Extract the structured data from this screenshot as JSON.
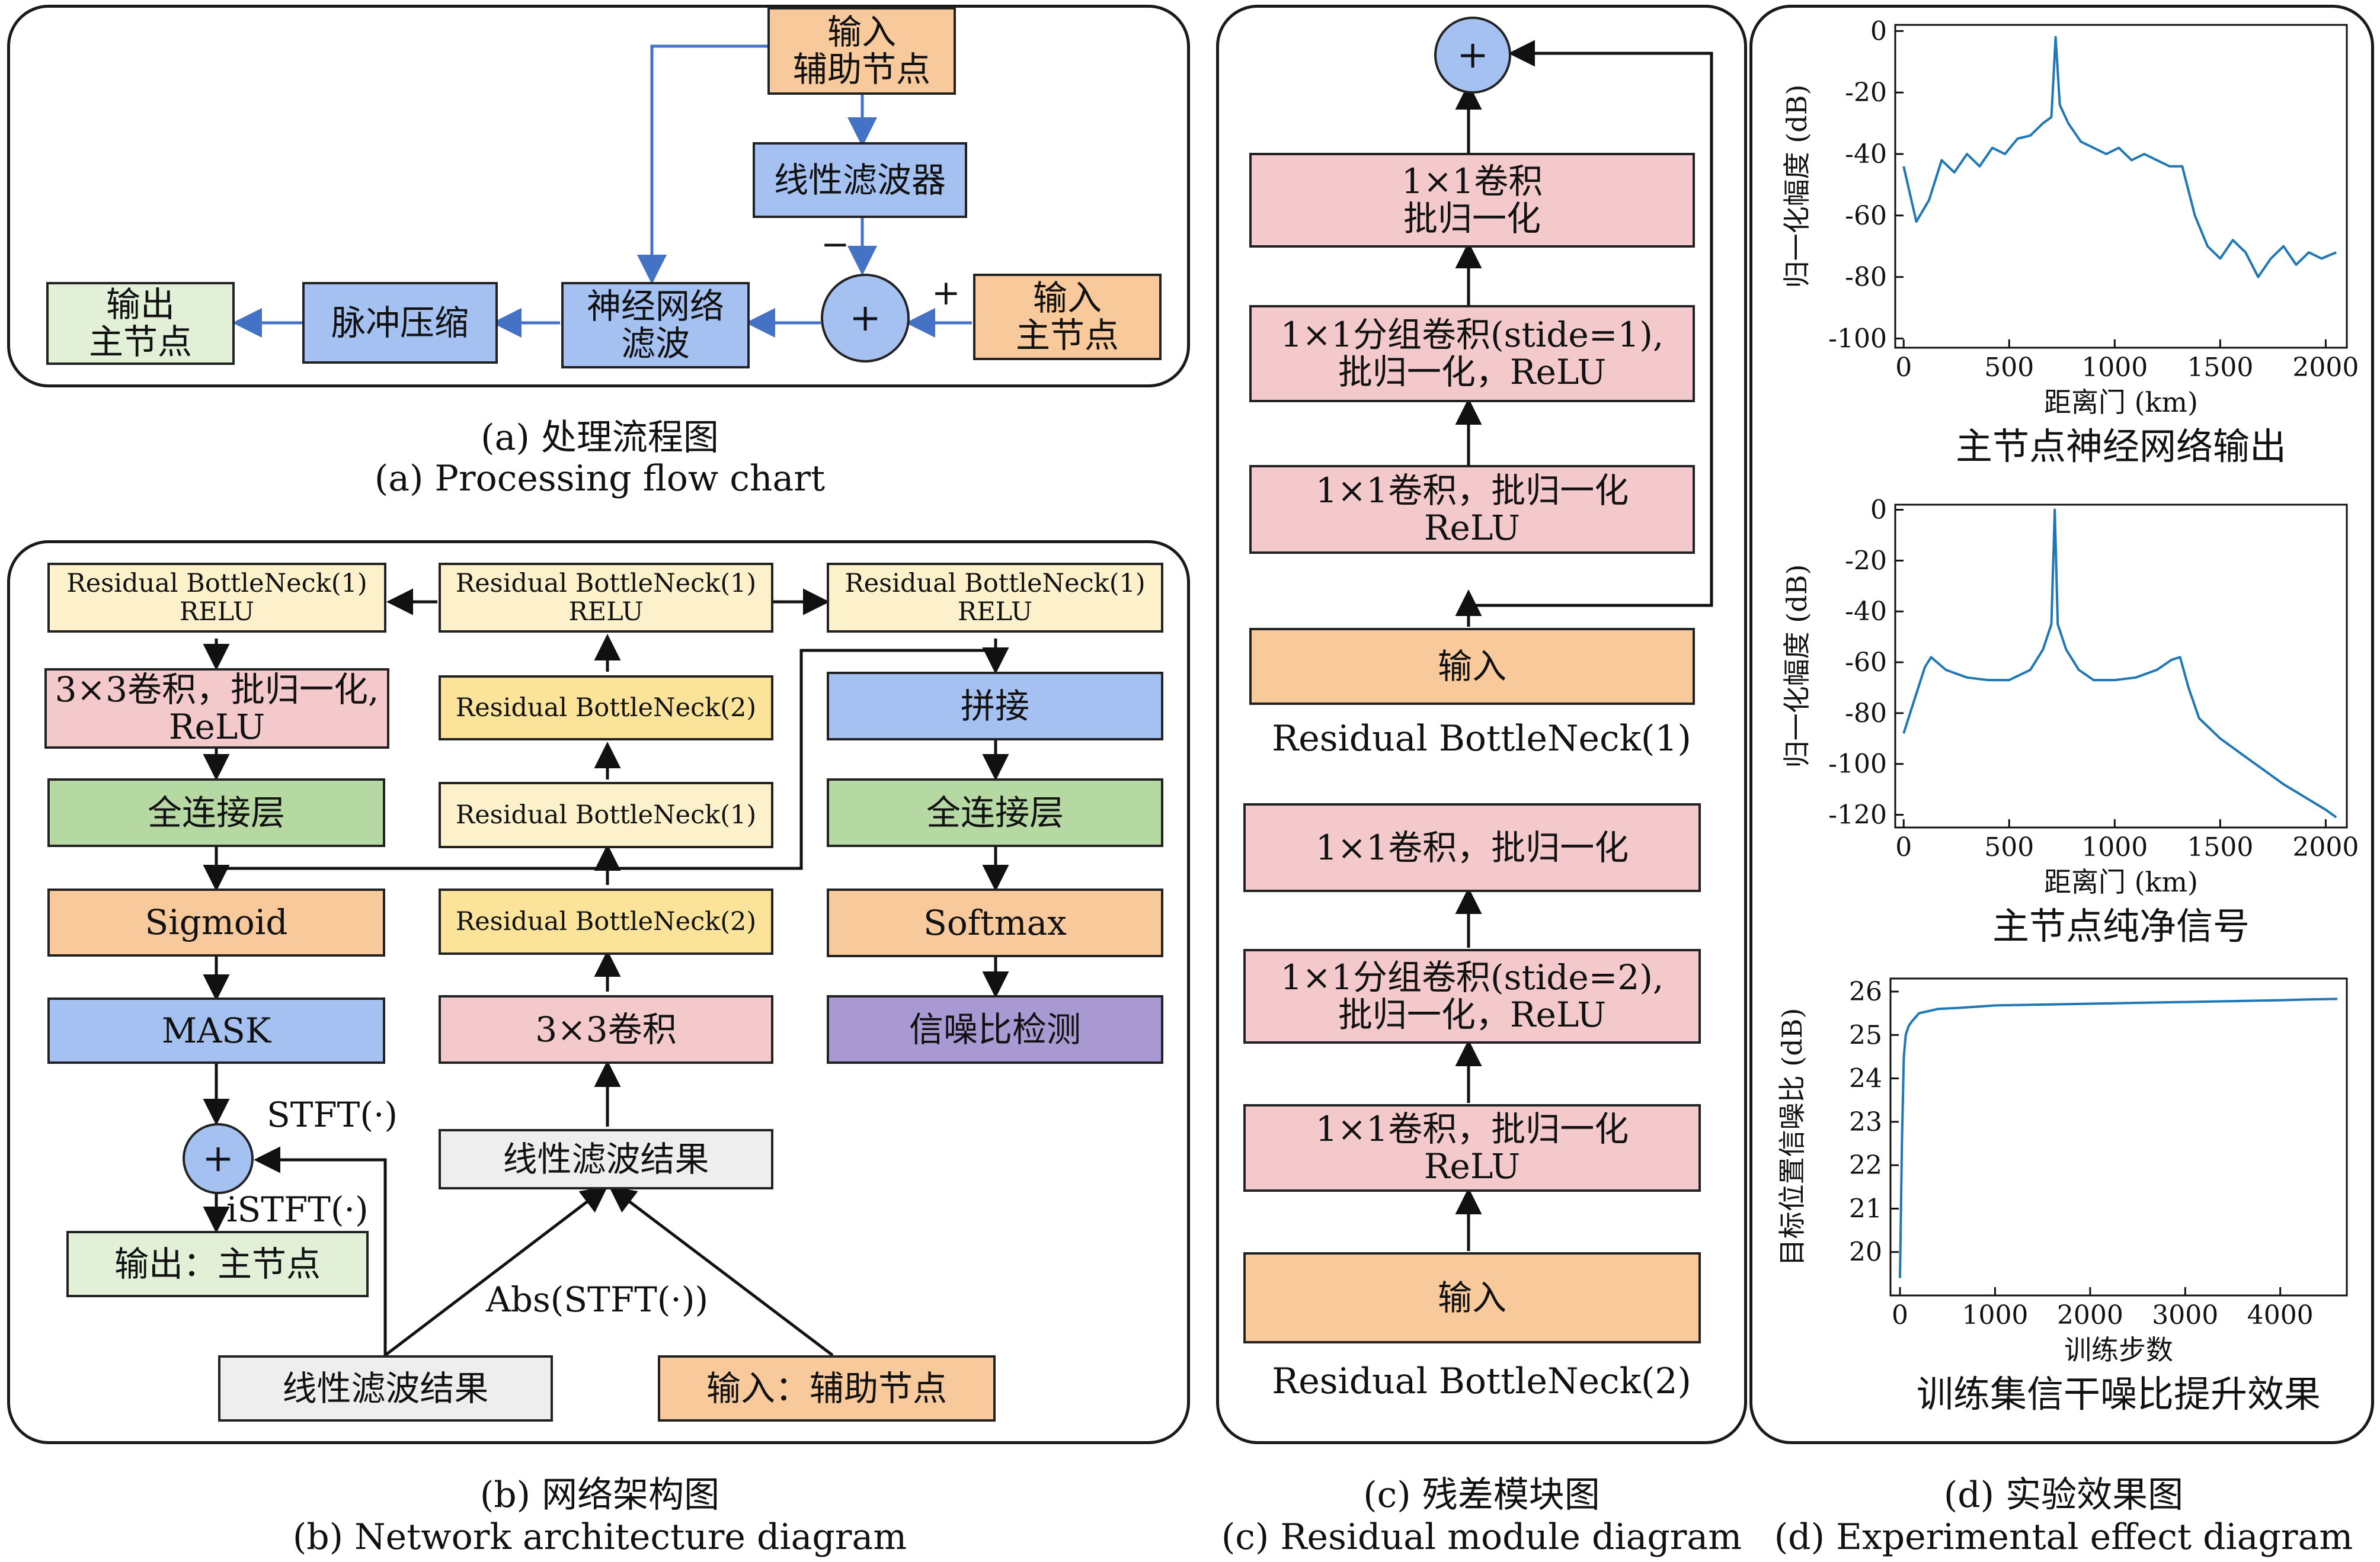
{
  "panel_a": {
    "input_aux": "输入\n辅助节点",
    "linear_filter": "线性滤波器",
    "minus": "−",
    "plus_in": "+",
    "sum": "+",
    "input_main": "输入\n主节点",
    "nn_filter": "神经网络\n滤波",
    "pulse_compress": "脉冲压缩",
    "output_main": "输出\n主节点",
    "caption_cn": "(a) 处理流程图",
    "caption_en": "(a) Processing flow chart"
  },
  "panel_b": {
    "rb_left": "Residual BottleNeck(1)\nRELU",
    "rb_mid": "Residual BottleNeck(1)\nRELU",
    "rb_right": "Residual BottleNeck(1)\nRELU",
    "conv_relu": "3×3卷积，批归一化,\nReLU",
    "fc_left": "全连接层",
    "sigmoid": "Sigmoid",
    "mask": "MASK",
    "sum": "+",
    "stft": "STFT(·)",
    "istft": "iSTFT(·)",
    "output": "输出：主节点",
    "rb2_a": "Residual BottleNeck(2)",
    "rb1": "Residual BottleNeck(1)",
    "rb2_b": "Residual BottleNeck(2)",
    "conv3": "3×3卷积",
    "linear_result_mid": "线性滤波结果",
    "abs_stft": "Abs(STFT(·))",
    "linear_result_bottom": "线性滤波结果",
    "input_aux": "输入：辅助节点",
    "concat": "拼接",
    "fc_right": "全连接层",
    "softmax": "Softmax",
    "snr_detect": "信噪比检测",
    "caption_cn": "(b) 网络架构图",
    "caption_en": "(b) Network architecture diagram"
  },
  "panel_c": {
    "sum": "+",
    "top_conv1": "1×1卷积\n批归一化",
    "top_group": "1×1分组卷积(stide=1),\n批归一化，ReLU",
    "top_conv2": "1×1卷积，批归一化\nReLU",
    "top_input": "输入",
    "title1": "Residual BottleNeck(1)",
    "bot_conv1": "1×1卷积，批归一化",
    "bot_group": "1×1分组卷积(stide=2),\n批归一化，ReLU",
    "bot_conv2": "1×1卷积，批归一化\nReLU",
    "bot_input": "输入",
    "title2": "Residual BottleNeck(2)",
    "caption_cn": "(c) 残差模块图",
    "caption_en": "(c) Residual module diagram"
  },
  "panel_d": {
    "caption_cn": "(d) 实验效果图",
    "caption_en": "(d) Experimental effect diagram"
  },
  "chart_data": [
    {
      "type": "line",
      "title": "主节点神经网络输出",
      "xlabel": "距离门 (km)",
      "ylabel": "归一化幅度 (dB)",
      "xlim": [
        -40,
        2100
      ],
      "ylim": [
        -103,
        2
      ],
      "xticks": [
        0,
        500,
        1000,
        1500,
        2000
      ],
      "yticks": [
        0,
        -20,
        -40,
        -60,
        -80,
        -100
      ],
      "color": "#1f77b4",
      "series": [
        {
          "x": [
            0,
            60,
            120,
            180,
            240,
            300,
            360,
            420,
            480,
            540,
            600,
            660,
            700,
            720,
            740,
            780,
            840,
            900,
            960,
            1020,
            1080,
            1140,
            1200,
            1260,
            1320,
            1380,
            1440,
            1500,
            1560,
            1620,
            1680,
            1740,
            1800,
            1860,
            1920,
            1980,
            2050
          ],
          "values": [
            -44,
            -62,
            -55,
            -42,
            -46,
            -40,
            -44,
            -38,
            -40,
            -35,
            -34,
            -30,
            -28,
            -2,
            -24,
            -30,
            -36,
            -38,
            -40,
            -38,
            -42,
            -40,
            -42,
            -44,
            -44,
            -60,
            -70,
            -74,
            -68,
            -72,
            -80,
            -74,
            -70,
            -76,
            -72,
            -74,
            -72
          ]
        }
      ]
    },
    {
      "type": "line",
      "title": "主节点纯净信号",
      "xlabel": "距离门 (km)",
      "ylabel": "归一化幅度 (dB)",
      "xlim": [
        -40,
        2100
      ],
      "ylim": [
        -125,
        2
      ],
      "xticks": [
        0,
        500,
        1000,
        1500,
        2000
      ],
      "yticks": [
        0,
        -20,
        -40,
        -60,
        -80,
        -100,
        -120
      ],
      "color": "#1f77b4",
      "series": [
        {
          "x": [
            0,
            50,
            100,
            130,
            200,
            300,
            400,
            500,
            600,
            660,
            700,
            716,
            730,
            770,
            830,
            900,
            1000,
            1100,
            1200,
            1270,
            1310,
            1350,
            1400,
            1500,
            1600,
            1700,
            1800,
            1900,
            2000,
            2050
          ],
          "values": [
            -88,
            -75,
            -62,
            -58,
            -63,
            -66,
            -67,
            -67,
            -63,
            -55,
            -45,
            0,
            -45,
            -55,
            -63,
            -67,
            -67,
            -66,
            -63,
            -59,
            -58,
            -70,
            -82,
            -90,
            -96,
            -102,
            -108,
            -113,
            -118,
            -121
          ]
        }
      ]
    },
    {
      "type": "line",
      "title": "训练集信干噪比提升效果",
      "xlabel": "训练步数",
      "ylabel": "目标位置信噪比 (dB)",
      "xlim": [
        -100,
        4700
      ],
      "ylim": [
        19,
        26.3
      ],
      "xticks": [
        0,
        1000,
        2000,
        3000,
        4000
      ],
      "yticks": [
        20,
        21,
        22,
        23,
        24,
        25,
        26
      ],
      "color": "#1f77b4",
      "series": [
        {
          "x": [
            0,
            20,
            40,
            60,
            90,
            120,
            160,
            200,
            300,
            400,
            600,
            800,
            1000,
            1500,
            2000,
            2500,
            3000,
            3500,
            4000,
            4300,
            4600
          ],
          "values": [
            19.4,
            22.5,
            24.5,
            25.0,
            25.2,
            25.3,
            25.4,
            25.5,
            25.55,
            25.6,
            25.62,
            25.65,
            25.68,
            25.7,
            25.72,
            25.74,
            25.76,
            25.78,
            25.8,
            25.82,
            25.83
          ]
        }
      ]
    }
  ]
}
